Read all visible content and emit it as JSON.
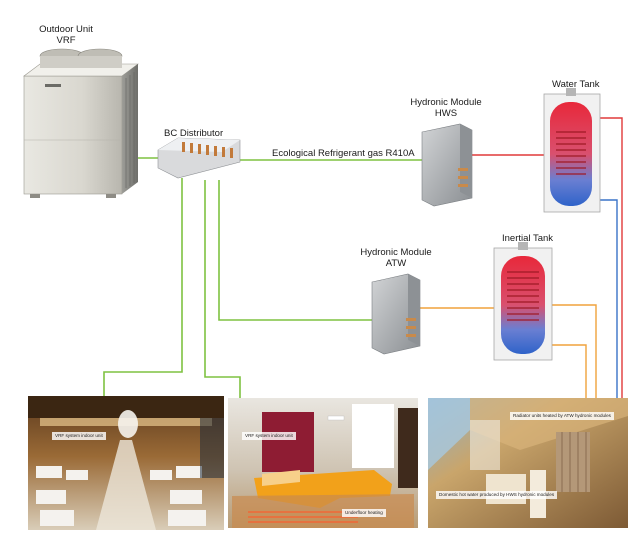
{
  "labels": {
    "outdoor_unit": [
      "Outdoor Unit",
      "VRF"
    ],
    "bc_distributor": "BC Distributor",
    "refrigerant": "Ecological Refrigerant gas R410A",
    "hydronic_hws": [
      "Hydronic Module",
      "HWS"
    ],
    "water_tank": "Water Tank",
    "hydronic_atw": [
      "Hydronic Module",
      "ATW"
    ],
    "inertial_tank": "Inertial Tank"
  },
  "photo_callouts": {
    "restaurant": "VRF system indoor unit",
    "living_indoor": "VRF system indoor unit",
    "living_floor": "Underfloor heating",
    "bathroom_radiator": "Radiator units heated by ATW hydronic modules",
    "bathroom_hot_water": "Domestic hot water produced by HWS hydronic modules"
  },
  "colors": {
    "refrigerant_line": "#7fc241",
    "hot_line": "#e03a3a",
    "cold_line": "#3a73c8",
    "atw_line": "#f0a23c",
    "text": "#1a1a1a"
  }
}
